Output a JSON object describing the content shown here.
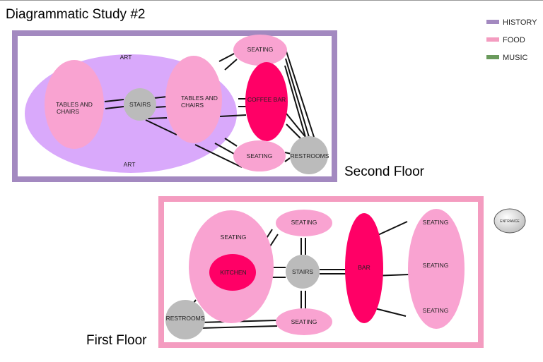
{
  "title": "Diagrammatic Study #2",
  "legend": [
    {
      "label": "HISTORY",
      "color": "#a389c0"
    },
    {
      "label": "FOOD",
      "color": "#f49cc0"
    },
    {
      "label": "MUSIC",
      "color": "#6a9a5c"
    }
  ],
  "second_floor": {
    "caption": "Second Floor",
    "art_top": "ART",
    "art_bottom": "ART",
    "tables_left": [
      "TABLES AND",
      "CHAIRS"
    ],
    "stairs": "STAIRS",
    "tables_right": [
      "TABLES AND",
      "CHAIRS"
    ],
    "seating_top": "SEATING",
    "coffee_bar": "COFFEE BAR",
    "seating_bottom": "SEATING",
    "restrooms": "RESTROOMS"
  },
  "first_floor": {
    "caption": "First Floor",
    "seating_main": "SEATING",
    "kitchen": "KITCHEN",
    "seating_top": "SEATING",
    "stairs": "STAIRS",
    "seating_bottom": "SEATING",
    "bar": "BAR",
    "seating_right_top": "SEATING",
    "seating_right_mid": "SEATING",
    "seating_right_bottom": "SEATING",
    "restrooms": "RESTROOMS",
    "entrance": "ENTRANCE"
  },
  "colors": {
    "history": "#a389c0",
    "food": "#f49cc0",
    "art": "#d9a9fb",
    "seating": "#f9a3d1",
    "bar": "#ff0066",
    "stairs": "#bbbbbb"
  }
}
